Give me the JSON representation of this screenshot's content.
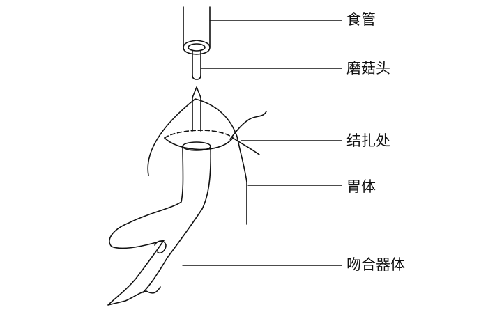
{
  "labels": {
    "esophagus": "食管",
    "anvil": "磨菇头",
    "ligation": "结扎处",
    "stomach_body": "胃体",
    "stapler_body": "吻合器体"
  },
  "colors": {
    "stroke": "#111111",
    "background": "#ffffff"
  }
}
